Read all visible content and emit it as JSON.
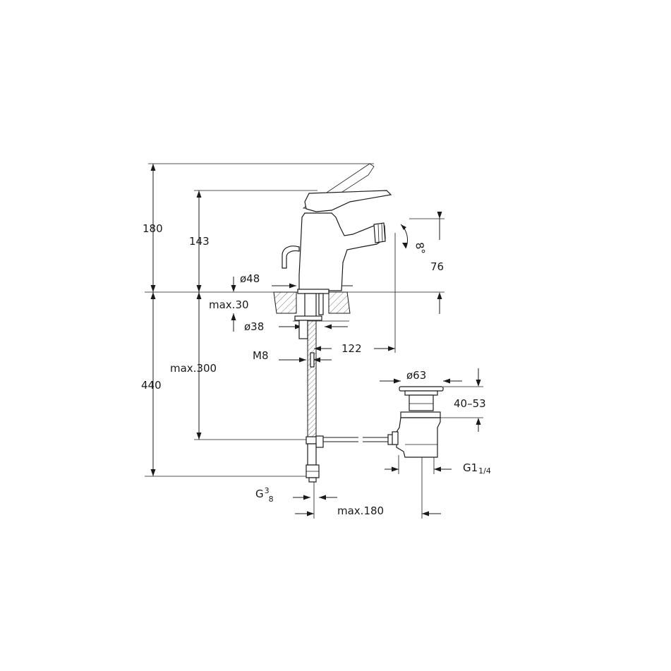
{
  "dimensions": {
    "h_total": "180",
    "h_lever": "143",
    "h_spout": "76",
    "spout_angle": "8°",
    "base_dia": "ø48",
    "max_deck": "max.30",
    "shank_dia": "ø38",
    "thread": "M8",
    "reach": "122",
    "hose_len": "max.300",
    "h_below": "440",
    "waste_dia": "ø63",
    "waste_range": "40–53",
    "waste_thread_main": "G1",
    "waste_thread_frac": "1/4",
    "inlet_thread_main": "G",
    "inlet_thread_num": "3",
    "inlet_thread_den": "8",
    "rod_len": "max.180"
  }
}
